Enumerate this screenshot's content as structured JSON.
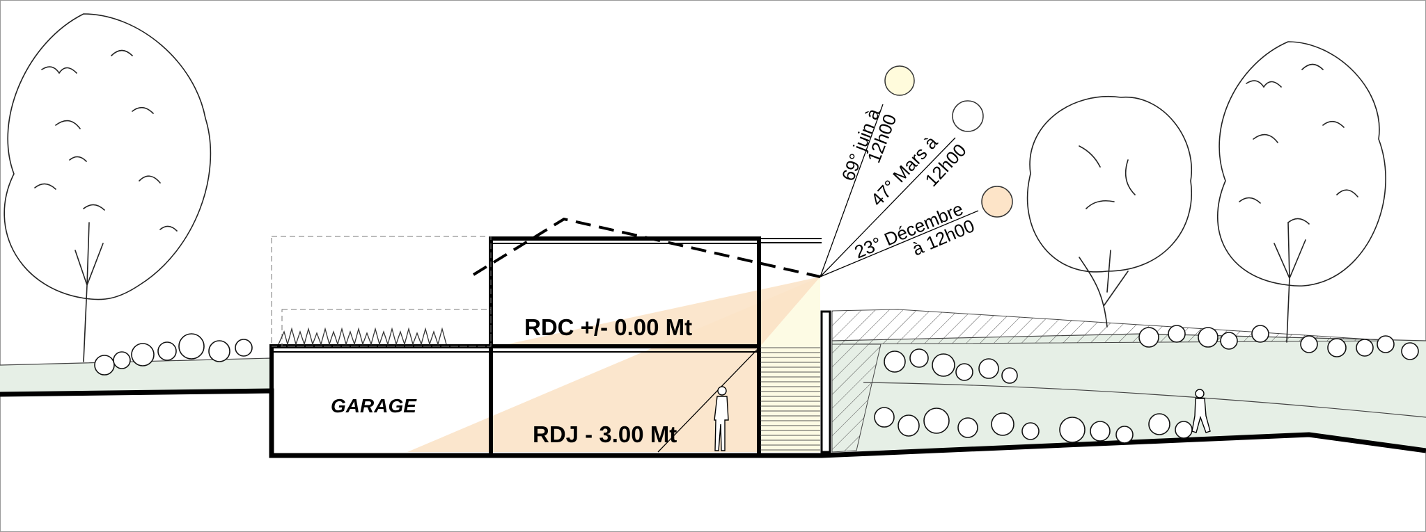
{
  "labels": {
    "rdc": "RDC +/- 0.00 Mt",
    "rdj": "RDJ - 3.00 Mt",
    "garage": "GARAGE"
  },
  "sun_rays": [
    {
      "line1": "69° juin à",
      "line2": "12h00",
      "sun_color": "#fffbdc",
      "angle_deg": 69
    },
    {
      "line1": "47° Mars à",
      "line2": "12h00",
      "sun_color": "#ffffff",
      "angle_deg": 47
    },
    {
      "line1": "23° Décembre",
      "line2": "à 12h00",
      "sun_color": "#fde4c8",
      "angle_deg": 23
    }
  ],
  "colors": {
    "ground_fill": "#e6efe6",
    "light_cone_winter": "#fbe3c8",
    "light_cone_summer": "#fdfbe4",
    "line": "#000000"
  },
  "icons": {
    "trees": "tree-icon",
    "bushes": "bush-icon",
    "suns": "sun-icon",
    "people": "person-icon"
  }
}
